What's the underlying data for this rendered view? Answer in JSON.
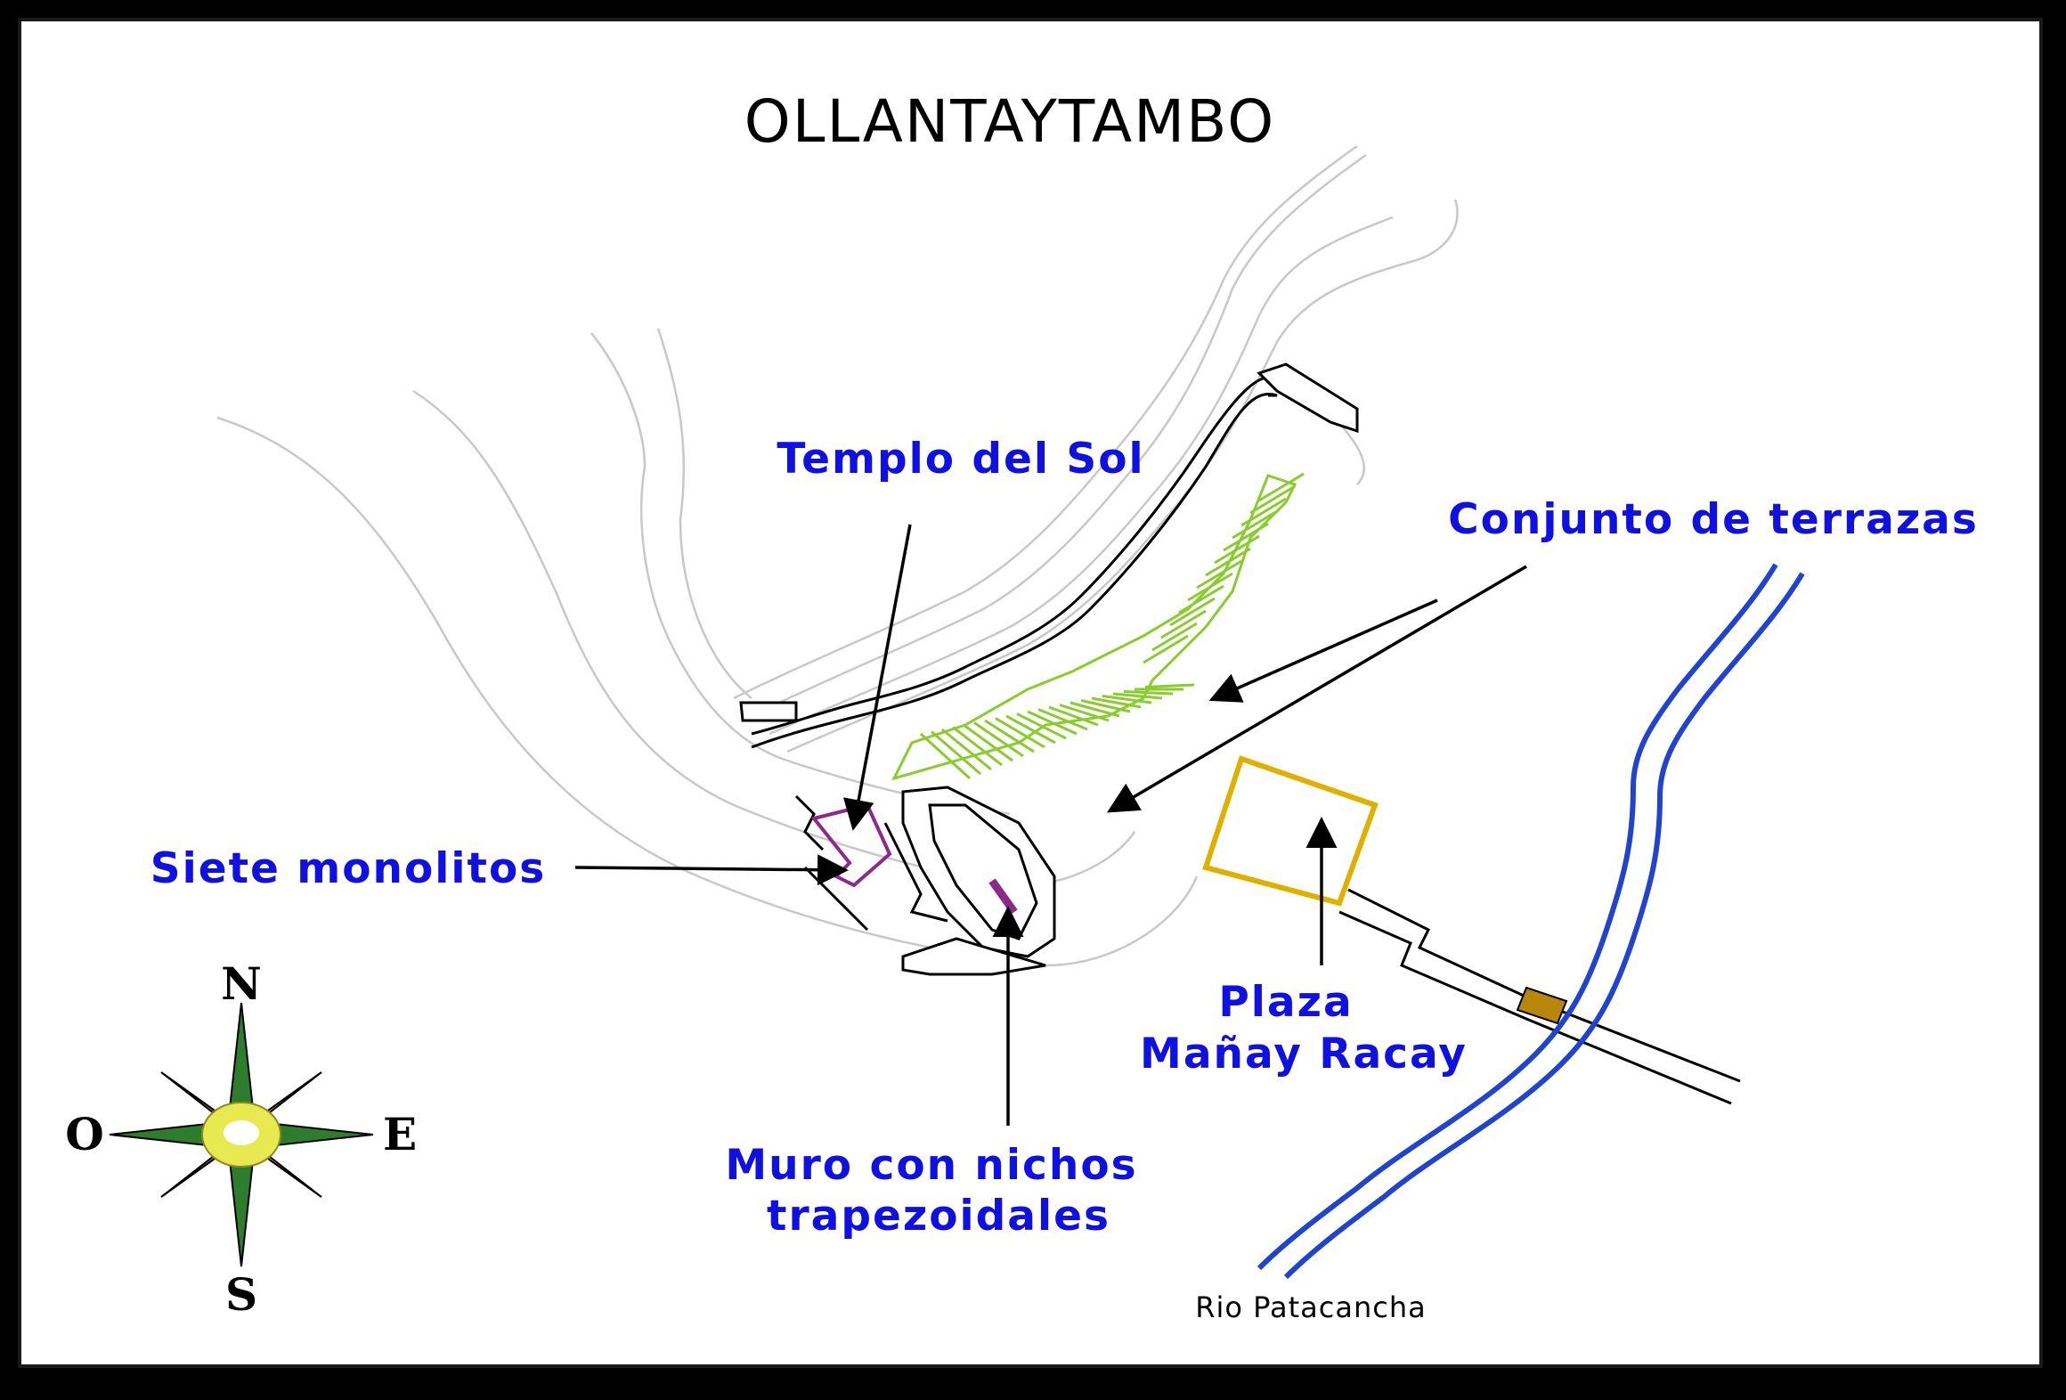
{
  "title": "OLLANTAYTAMBO",
  "labels": {
    "templo": "Templo del Sol",
    "terrazas": "Conjunto de terrazas",
    "monolitos": "Siete monolitos",
    "plaza_line1": "Plaza",
    "plaza_line2": "Mañay Racay",
    "muro_line1": "Muro con nichos",
    "muro_line2": "trapezoidales",
    "rio": "Rio Patacancha"
  },
  "compass": {
    "north": "N",
    "south": "S",
    "east": "E",
    "west": "O"
  },
  "colors": {
    "label": "#1010e0",
    "terraces": "#8acc2e",
    "plaza": "#e0b000",
    "river": "#2244cc",
    "bridge": "#b8860b",
    "temple": "#8a2a8a",
    "contour": "#c8c8c8",
    "compass_green": "#2e7d2e",
    "compass_tan": "#c89070"
  }
}
